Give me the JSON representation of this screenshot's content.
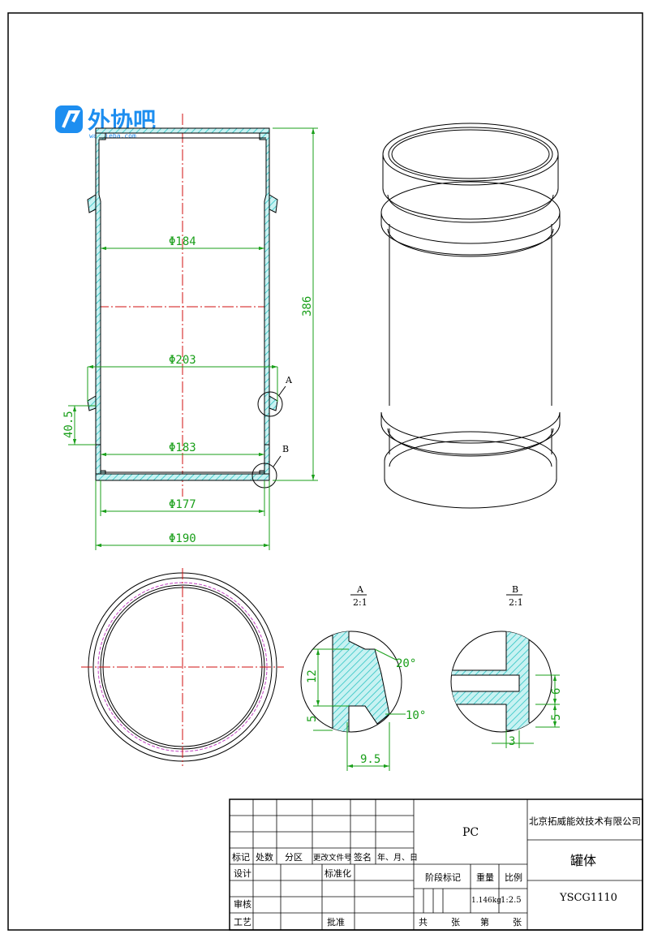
{
  "logo": {
    "name": "外协吧",
    "subtitle": "waixieba.com"
  },
  "dimensions": {
    "d184": "Φ184",
    "d203": "Φ203",
    "d183": "Φ183",
    "d177": "Φ177",
    "d190": "Φ190",
    "h386": "386",
    "h40_5": "40.5"
  },
  "callouts": {
    "a": "A",
    "b": "B"
  },
  "detail_a": {
    "label": "A",
    "scale": "2:1",
    "dim_12": "12",
    "dim_5": "5",
    "dim_9_5": "9.5",
    "angle_20": "20°",
    "angle_10": "10°"
  },
  "detail_b": {
    "label": "B",
    "scale": "2:1",
    "dim_6": "6",
    "dim_5": "5",
    "dim_3": "3"
  },
  "title_block": {
    "material": "PC",
    "company": "北京拓威能效技术有限公司",
    "part_name": "罐体",
    "drawing_number": "YSCG1110",
    "weight": "1.146kg",
    "scale_value": "1:2.5",
    "headers": {
      "mark": "标记",
      "count": "处数",
      "zone": "分区",
      "change_doc": "更改文件号",
      "signature": "签名",
      "date": "年、月、日",
      "design": "设计",
      "standardize": "标准化",
      "stage_mark": "阶段标记",
      "weight_label": "重量",
      "scale_label": "比例",
      "review": "审核",
      "process": "工艺",
      "approve": "批准",
      "total": "共",
      "sheets": "张",
      "sheet_no": "第",
      "sheet_suffix": "张"
    }
  },
  "colors": {
    "outline": "#000000",
    "dimension": "#1a9f1a",
    "hatch": "#22c0c0",
    "centerline": "#d01010",
    "magenta": "#c040c0",
    "logo": "#1d8ef0"
  }
}
